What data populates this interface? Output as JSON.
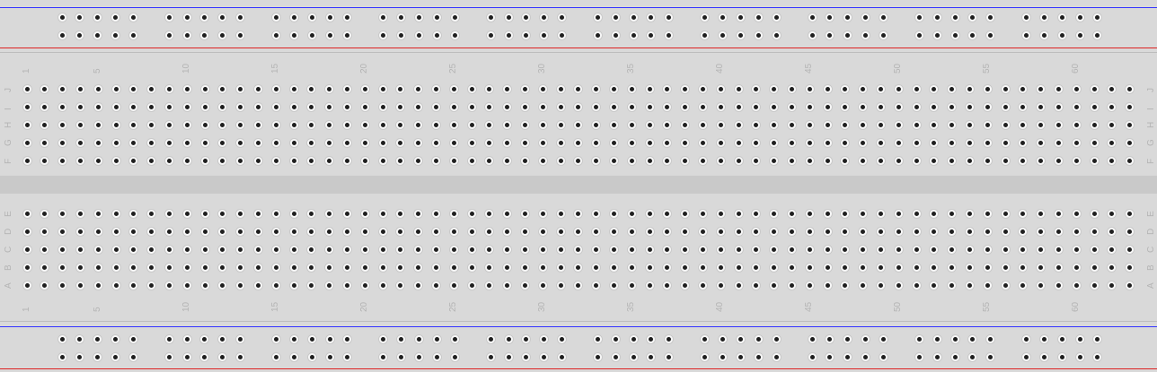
{
  "colors": {
    "board": "#d9d9d9",
    "channel": "#c9c9c9",
    "rail_blue": "#3333ff",
    "rail_red": "#dd2222",
    "label": "#b4b4b4"
  },
  "top_numbers": [
    "1",
    "5",
    "10",
    "15",
    "20",
    "25",
    "30",
    "35",
    "40",
    "45",
    "50",
    "55",
    "60"
  ],
  "bottom_numbers": [
    "1",
    "5",
    "10",
    "15",
    "20",
    "25",
    "30",
    "35",
    "40",
    "45",
    "50",
    "55",
    "60"
  ],
  "upper_rows_left": [
    "J",
    "I",
    "H",
    "G",
    "F"
  ],
  "upper_rows_right": [
    "J",
    "I",
    "H",
    "G",
    "F"
  ],
  "lower_rows_left": [
    "E",
    "D",
    "C",
    "B",
    "A"
  ],
  "lower_rows_right": [
    "E",
    "D",
    "C",
    "B",
    "A"
  ],
  "rail_groups": 10,
  "rail_holes_per_group": 5,
  "terminal_columns": 63
}
